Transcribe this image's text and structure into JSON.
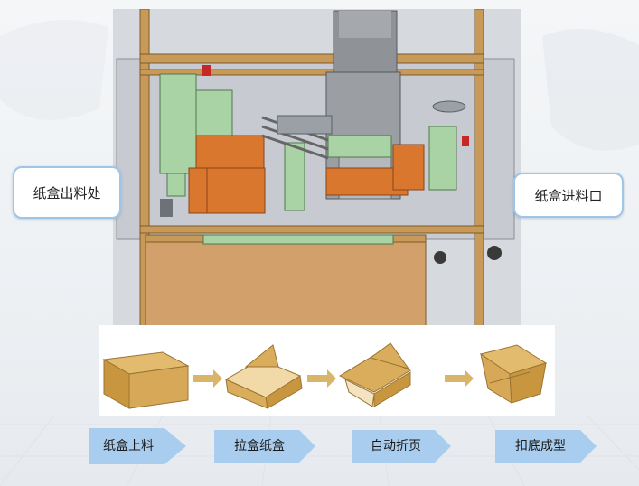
{
  "labels": {
    "exit": "纸盒出料处",
    "entry": "纸盒进料口"
  },
  "process_steps": [
    {
      "label": "纸盒上料"
    },
    {
      "label": "拉盒纸盒"
    },
    {
      "label": "自动折页"
    },
    {
      "label": "扣底成型"
    }
  ],
  "colors": {
    "frame_wood": "#c89a5a",
    "panel_orange": "#d9772f",
    "bracket_green": "#a9d3a4",
    "box_cardboard": "#d9ad5c",
    "step_fill": "#a9cdef",
    "label_border": "#9fc6e6"
  }
}
